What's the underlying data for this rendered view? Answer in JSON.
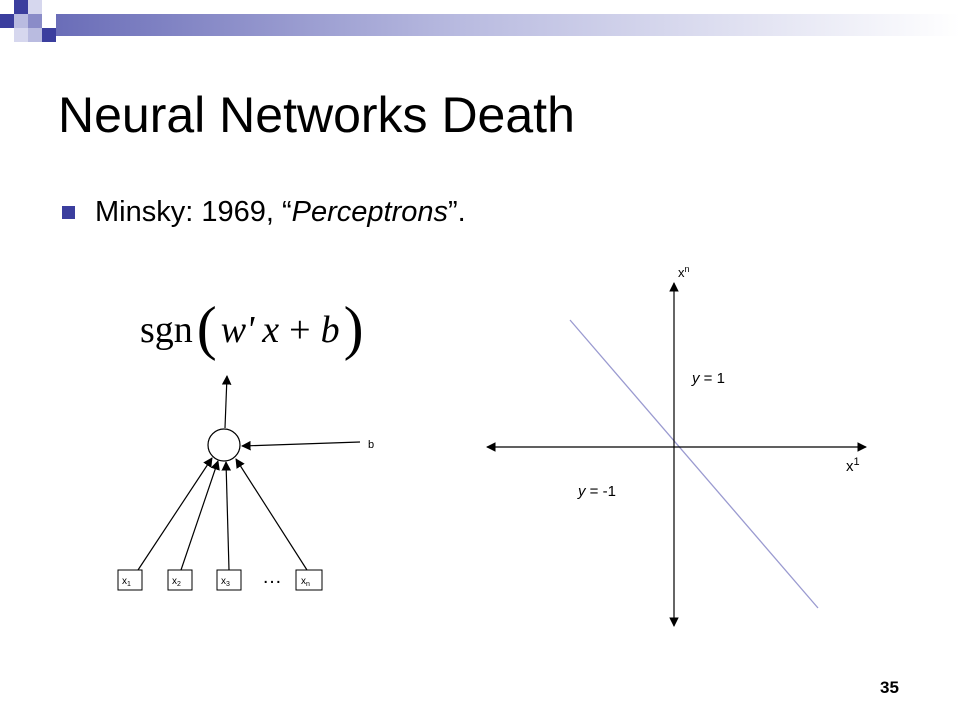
{
  "slide": {
    "title": "Neural Networks Death",
    "bullet": {
      "prefix": "Minsky: 1969, “",
      "book": "Perceptrons",
      "suffix": "”."
    },
    "page_number": "35"
  },
  "formula": {
    "fn": "sgn",
    "w": "w'",
    "x": "x",
    "op": "+",
    "b": "b"
  },
  "perceptron": {
    "bias_label": "b",
    "ellipsis": "…",
    "inputs": [
      {
        "base": "x",
        "sub": "1"
      },
      {
        "base": "x",
        "sub": "2"
      },
      {
        "base": "x",
        "sub": "3"
      },
      {
        "base": "x",
        "sub": "n"
      }
    ]
  },
  "plot": {
    "y_axis_label": {
      "base": "x",
      "sup": "n"
    },
    "x_axis_label": {
      "base": "x",
      "sup": "1"
    },
    "region_upper": "y = 1",
    "region_lower": "y = -1",
    "boundary_color": "#9a9ad0"
  },
  "colors": {
    "accent": "#3b3e9e"
  }
}
